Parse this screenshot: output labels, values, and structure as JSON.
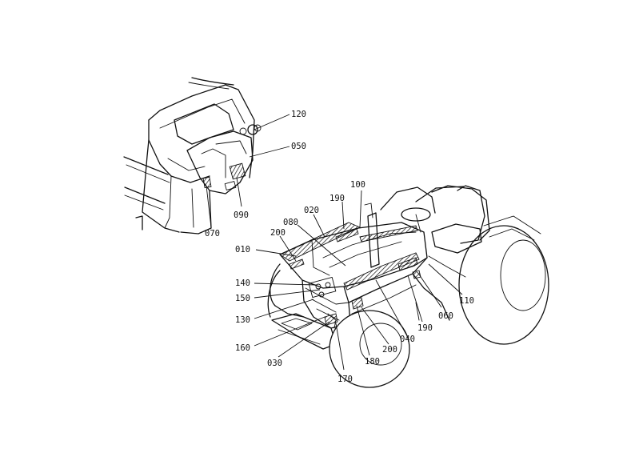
{
  "callouts": [
    {
      "id": "c120",
      "text": "120"
    },
    {
      "id": "c050",
      "text": "050"
    },
    {
      "id": "c090",
      "text": "090"
    },
    {
      "id": "c070",
      "text": "070"
    },
    {
      "id": "c100",
      "text": "100"
    },
    {
      "id": "c190a",
      "text": "190"
    },
    {
      "id": "c020",
      "text": "020"
    },
    {
      "id": "c080",
      "text": "080"
    },
    {
      "id": "c200a",
      "text": "200"
    },
    {
      "id": "c010",
      "text": "010"
    },
    {
      "id": "c140",
      "text": "140"
    },
    {
      "id": "c150",
      "text": "150"
    },
    {
      "id": "c130",
      "text": "130"
    },
    {
      "id": "c160",
      "text": "160"
    },
    {
      "id": "c030",
      "text": "030"
    },
    {
      "id": "c170",
      "text": "170"
    },
    {
      "id": "c180",
      "text": "180"
    },
    {
      "id": "c200b",
      "text": "200"
    },
    {
      "id": "c040",
      "text": "040"
    },
    {
      "id": "c190b",
      "text": "190"
    },
    {
      "id": "c060",
      "text": "060"
    },
    {
      "id": "c110",
      "text": "110"
    }
  ],
  "colors": {
    "ink": "#111111",
    "paper": "#ffffff"
  }
}
